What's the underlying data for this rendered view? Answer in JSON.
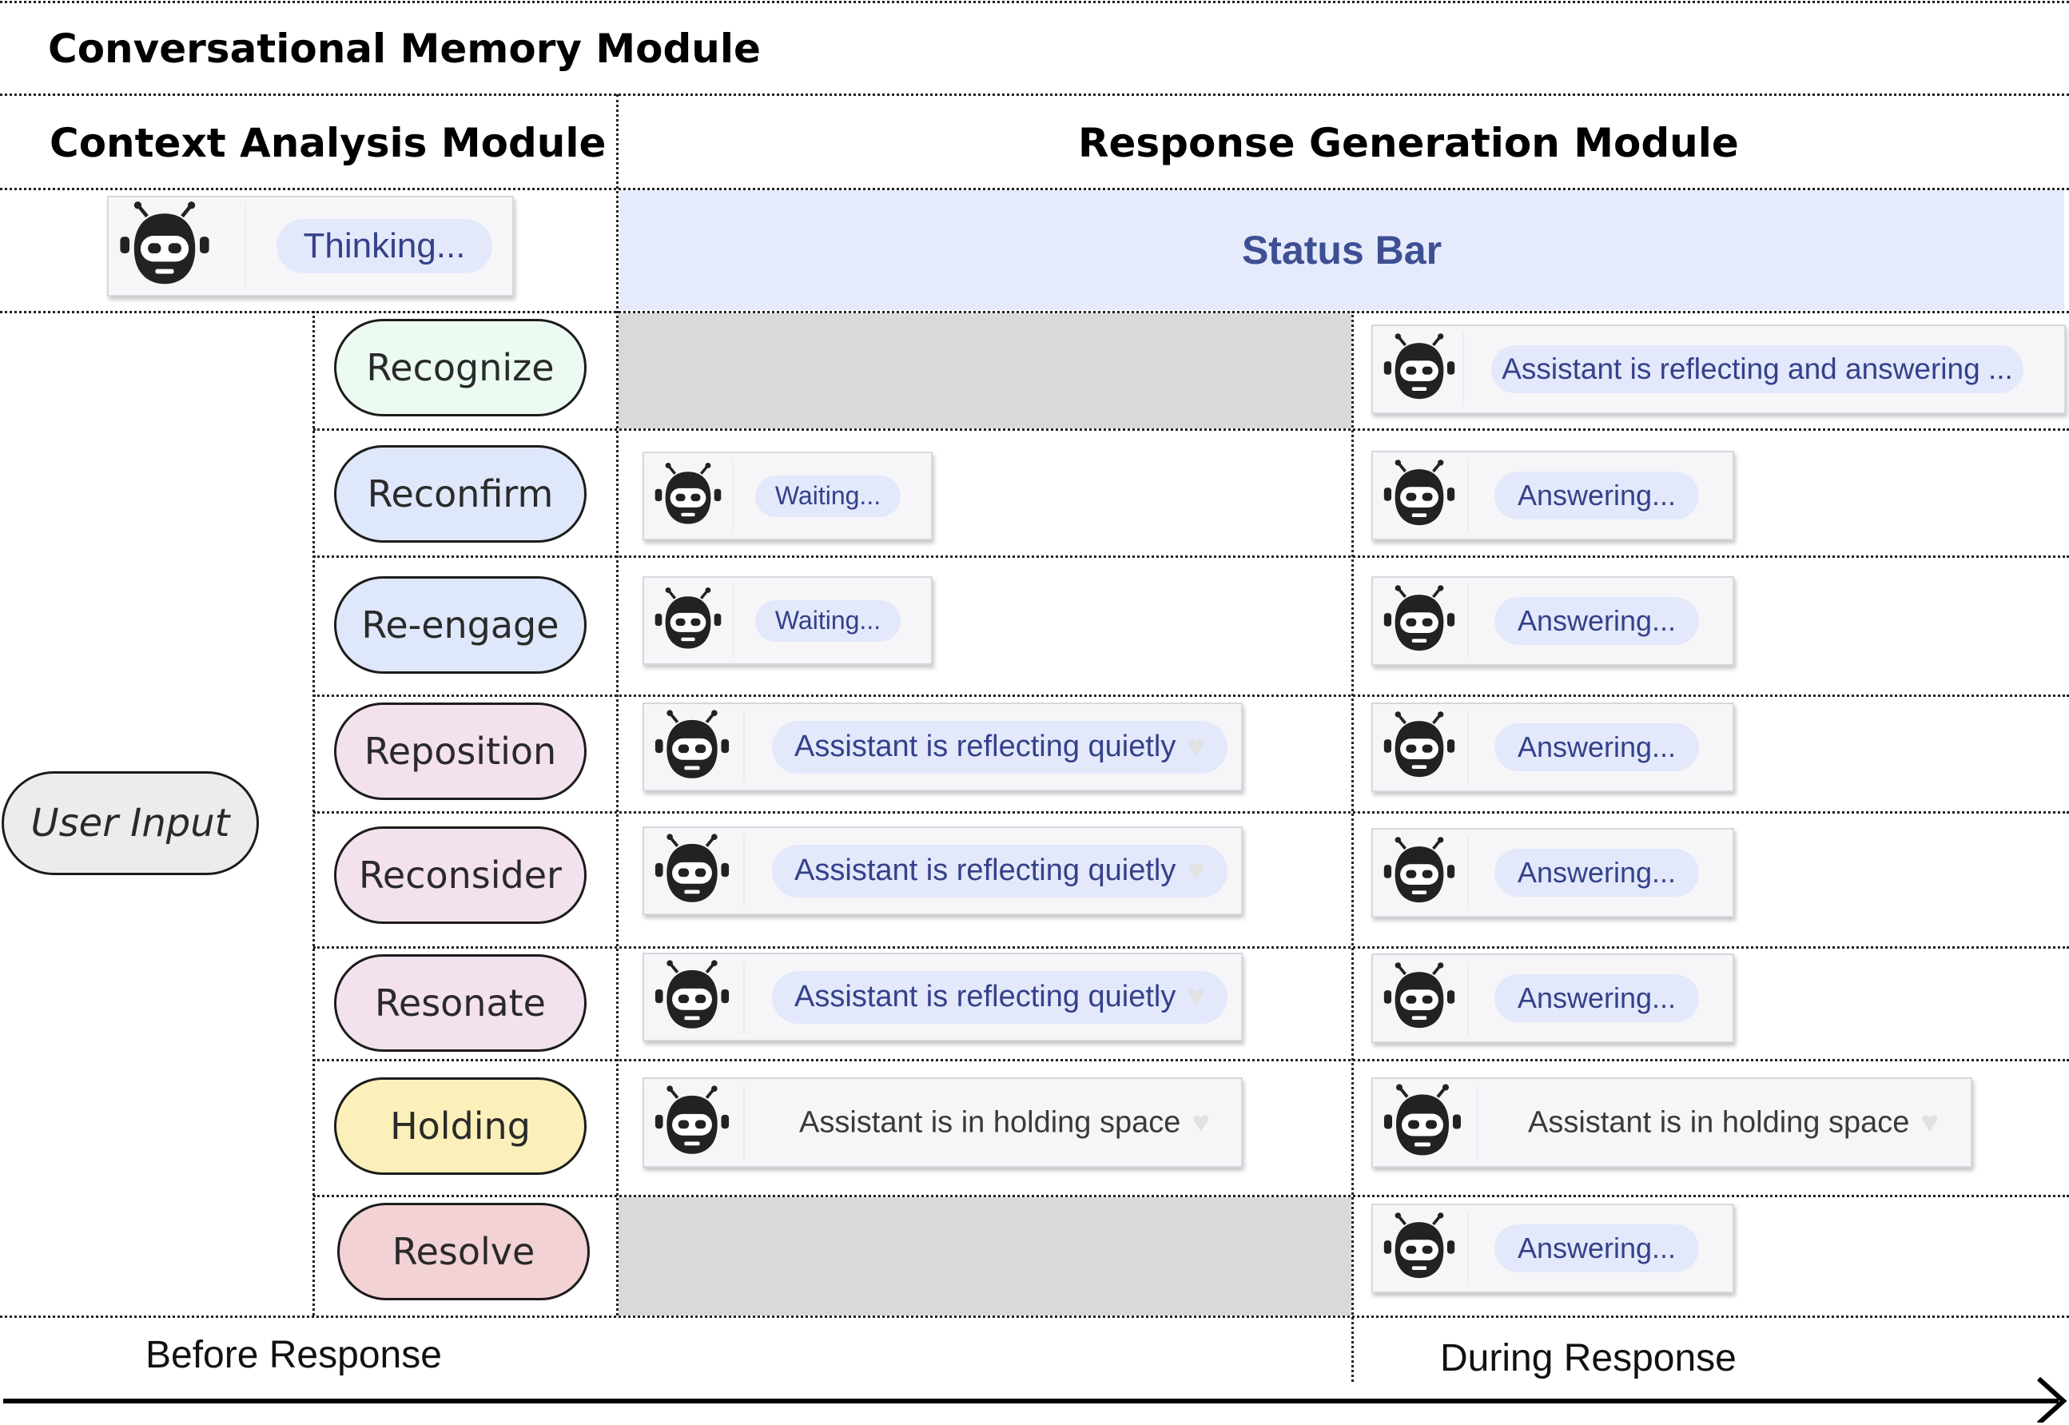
{
  "titles": {
    "memory_module": "Conversational Memory Module",
    "context_module": "Context Analysis Module",
    "response_module": "Response Generation Module"
  },
  "status_bar": {
    "label": "Status Bar",
    "color": "#e5ebfb"
  },
  "thinking_card": {
    "text": "Thinking..."
  },
  "user_input": "User Input",
  "states": [
    {
      "label": "Recognize",
      "color": "#ecfbf1",
      "before": null,
      "during": "Assistant is reflecting and answering ..."
    },
    {
      "label": "Reconfirm",
      "color": "#dfe7fb",
      "before": "Waiting...",
      "during": "Answering..."
    },
    {
      "label": "Re-engage",
      "color": "#dfe7fb",
      "before": "Waiting...",
      "during": "Answering..."
    },
    {
      "label": "Reposition",
      "color": "#f4e1ee",
      "before": "Assistant is reflecting quietly",
      "during": "Answering..."
    },
    {
      "label": "Reconsider",
      "color": "#f4e1ee",
      "before": "Assistant is reflecting quietly",
      "during": "Answering..."
    },
    {
      "label": "Resonate",
      "color": "#f4e1ee",
      "before": "Assistant is reflecting quietly",
      "during": "Answering..."
    },
    {
      "label": "Holding",
      "color": "#fbf0b9",
      "before": "Assistant is in holding space",
      "during": "Assistant is in holding space"
    },
    {
      "label": "Resolve",
      "color": "#f2d2d4",
      "before": null,
      "during": "Answering..."
    }
  ],
  "heart_glyph": "♥",
  "timeline": {
    "before": "Before Response",
    "during": "During Response"
  },
  "icons": {
    "robot": "robot-icon",
    "arrow": "arrow-right-icon"
  }
}
